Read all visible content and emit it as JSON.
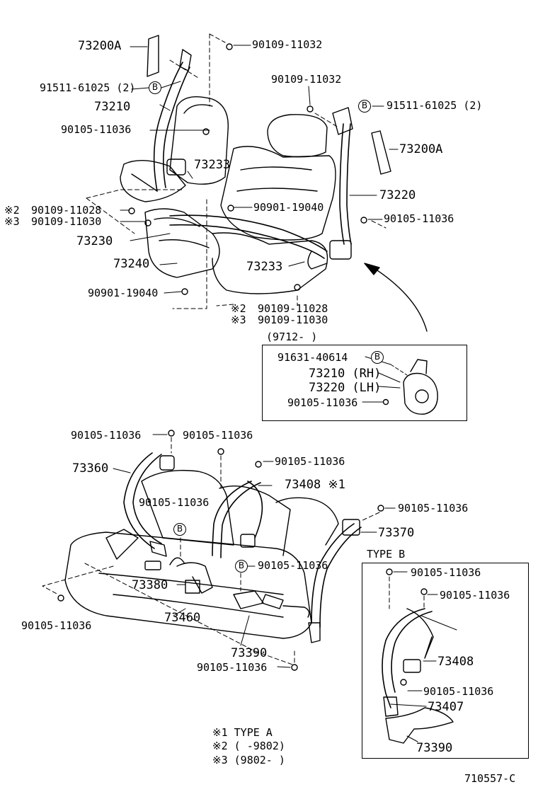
{
  "colors": {
    "ink": "#000000",
    "paper": "#ffffff"
  },
  "marker_letter": "B",
  "labels": {
    "p73200A_left": "73200A",
    "p90109_11032_top": "90109-11032",
    "p91511_left": "91511-61025 (2)",
    "p73210": "73210",
    "p90109_11032_mid": "90109-11032",
    "p91511_right": "91511-61025 (2)",
    "p90105_11036_a": "90105-11036",
    "p73200A_right": "73200A",
    "p73233_upper": "73233",
    "p73220": "73220",
    "note2_a": "※2",
    "p90109_11028_a": "90109-11028",
    "note3_a": "※3",
    "p90109_11030_a": "90109-11030",
    "p90901_19040_a": "90901-19040",
    "p90105_11036_b": "90105-11036",
    "p73230": "73230",
    "p73240": "73240",
    "p73233_lower": "73233",
    "p90901_19040_b": "90901-19040",
    "note2_b": "※2",
    "p90109_11028_b": "90109-11028",
    "note3_b": "※3",
    "p90109_11030_b": "90109-11030",
    "range_9712": "(9712-      )",
    "p91631_40614": "91631-40614",
    "p73210_rh": "73210 (RH)",
    "p73220_lh": "73220 (LH)",
    "p90105_11036_inset": "90105-11036",
    "p90105_11036_c": "90105-11036",
    "p90105_11036_d": "90105-11036",
    "p73360": "73360",
    "p90105_11036_e": "90105-11036",
    "p73408_type_a": "73408 ※1",
    "p90105_11036_f": "90105-11036",
    "p90105_11036_g": "90105-11036",
    "p73370": "73370",
    "type_b": "TYPE B",
    "p90105_11036_h": "90105-11036",
    "p73380": "73380",
    "p90105_11036_i": "90105-11036",
    "p90105_11036_j": "90105-11036",
    "p73460": "73460",
    "p73408_b": "73408",
    "p90105_11036_k": "90105-11036",
    "p90105_11036_l": "90105-11036",
    "p73407": "73407",
    "p73390_center": "73390",
    "p90105_11036_m": "90105-11036",
    "p73390_typeb": "73390",
    "note_type_a": "※1  TYPE  A",
    "note_range_a": "※2  (     -9802)",
    "note_range_b": "※3  (9802-     )",
    "drawing_no": "710557-C"
  }
}
